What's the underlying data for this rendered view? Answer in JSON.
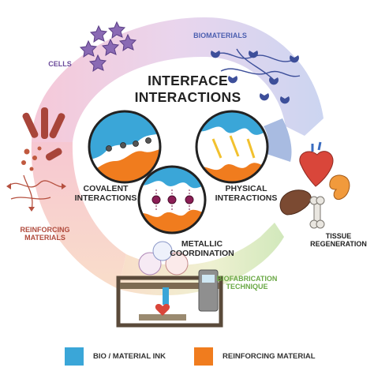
{
  "title": {
    "line1": "INTERFACE",
    "line2": "INTERACTIONS"
  },
  "mechanisms": {
    "covalent": {
      "line1": "COVALENT",
      "line2": "INTERACTIONS"
    },
    "metallic": {
      "line1": "METALLIC",
      "line2": "COORDINATION"
    },
    "physical": {
      "line1": "PHYSICAL",
      "line2": "INTERACTIONS"
    }
  },
  "ring_sections": {
    "cells": "CELLS",
    "biomaterials": "BIOMATERIALS",
    "reinforcing": {
      "line1": "REINFORCING",
      "line2": "MATERIALS"
    },
    "biofabrication": {
      "line1": "BIOFABRICATION",
      "line2": "TECHNIQUE"
    },
    "tissue": {
      "line1": "TISSUE",
      "line2": "REGENERATION"
    }
  },
  "legend": [
    {
      "label": "BIO / MATERIAL INK",
      "color": "#3aa6d8"
    },
    {
      "label": "REINFORCING MATERIAL",
      "color": "#f07c1e"
    }
  ],
  "colors": {
    "bio_ink": "#3aa6d8",
    "reinforcing": "#f07c1e",
    "cells_purple": "#7a5aa6",
    "reinforcing_brown": "#b04a3c",
    "biofab_green": "#7dbb52"
  }
}
